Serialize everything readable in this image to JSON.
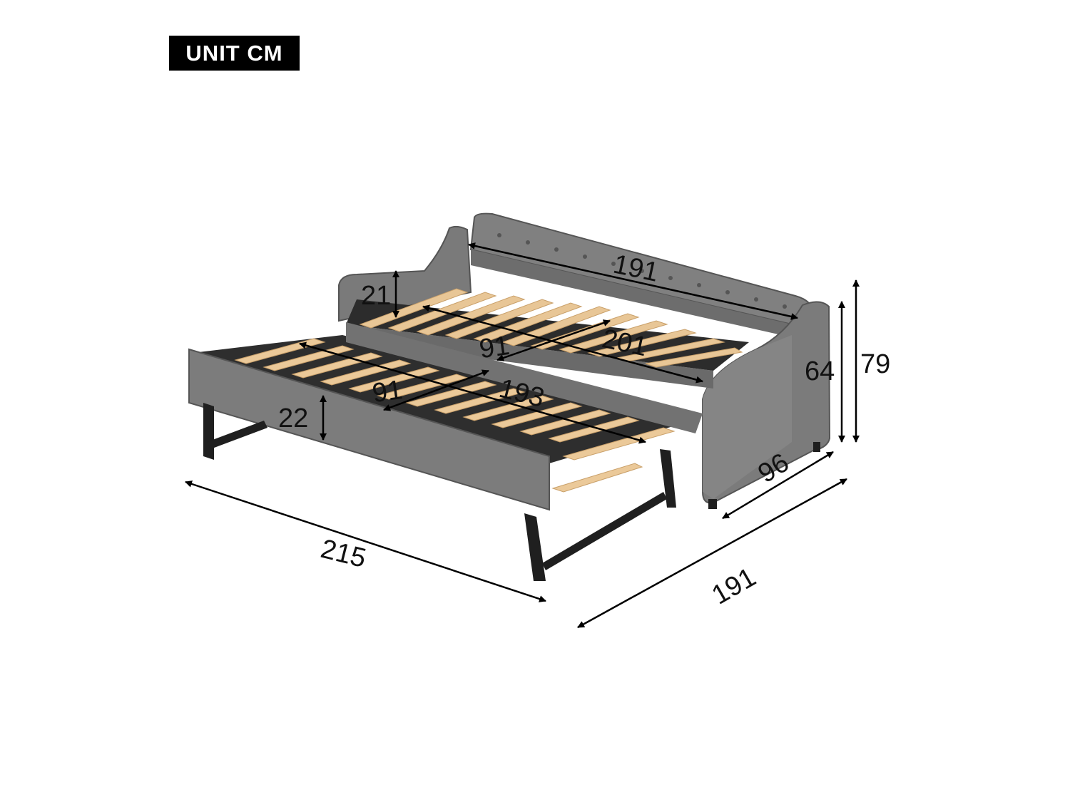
{
  "unit_badge": "UNIT CM",
  "dimensions": {
    "backrest_length": "191",
    "armrest_height": "21",
    "main_width": "91",
    "main_length": "201",
    "trundle_width": "91",
    "trundle_length": "193",
    "trundle_side_height": "22",
    "arm_height": "64",
    "total_height": "79",
    "depth": "96",
    "overall_length": "191",
    "extended_length": "215"
  },
  "colors": {
    "upholstery": "#7d7d7d",
    "upholstery_dark": "#5f5f5f",
    "slat": "#e9c89a",
    "frame": "#222222",
    "dimension_line": "#000000"
  }
}
